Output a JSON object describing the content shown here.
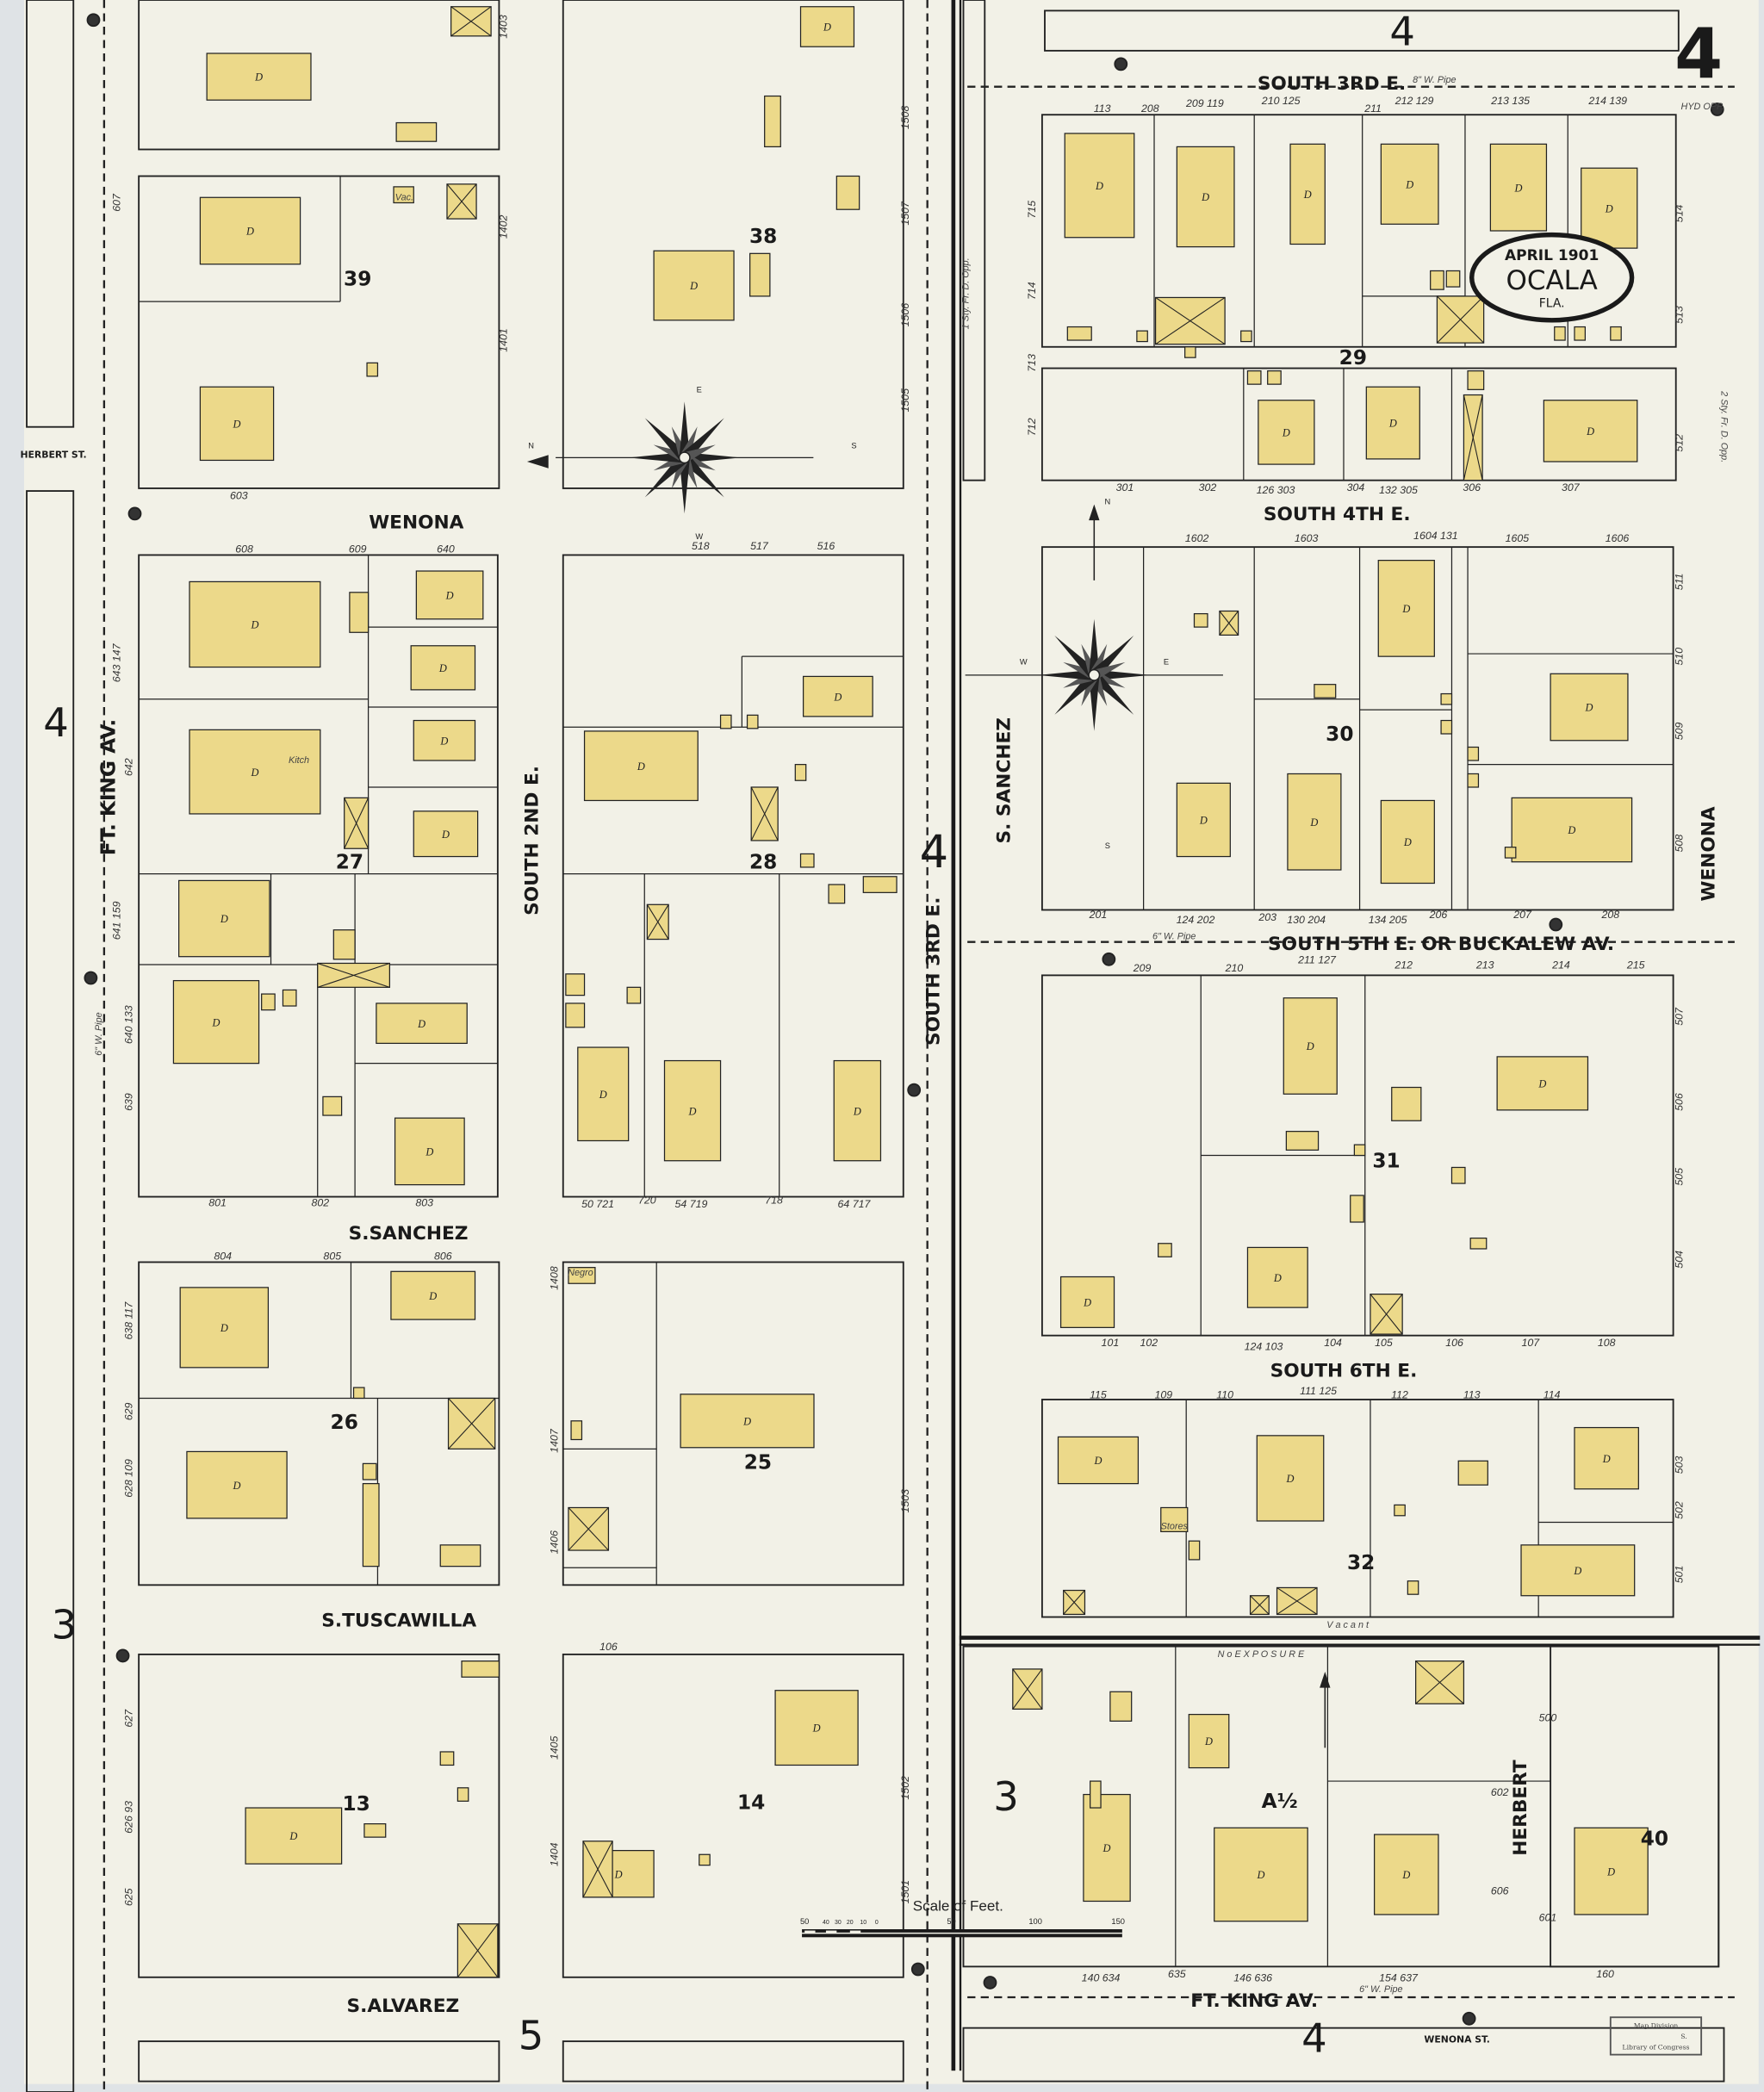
{
  "map": {
    "stamp": {
      "date": "APRIL 1901",
      "city": "OCALA",
      "state": "FLA."
    },
    "sheet_number": "4",
    "colors": {
      "paper": "#f2f1e7",
      "dwelling": "#ecd98a",
      "ink": "#222222",
      "margin": "#dfe3e6"
    },
    "streets": {
      "south_3rd_e_top": "SOUTH  3RD E.",
      "south_4th_e": "SOUTH  4TH E.",
      "south_5th_e": "SOUTH  5TH E. OR BUCKALEW  AV.",
      "south_6th_e": "SOUTH  6TH E.",
      "ft_king_bottom": "FT. KING     AV.",
      "wenona_st": "WENONA ST.",
      "wenona": "WENONA",
      "s_sanchez": "S.SANCHEZ",
      "s_tuscawilla": "S.TUSCAWILLA",
      "s_alvarez": "S.ALVAREZ",
      "south_2nd_e": "SOUTH  2ND E.",
      "south_3rd_e_vertical": "SOUTH  3RD E.",
      "ft_king_vertical": "FT. KING  AV.",
      "s_sanchez_vertical": "S. SANCHEZ",
      "wenona_vertical": "WENONA",
      "herbert_vertical": "HERBERT",
      "herbert_st": "HERBERT ST."
    },
    "blocks": [
      "39",
      "38",
      "27",
      "28",
      "26",
      "25",
      "13",
      "14",
      "29",
      "30",
      "31",
      "32",
      "A½",
      "40",
      "3"
    ],
    "adjacent_sheets": [
      "4",
      "4",
      "3",
      "5",
      "4",
      "4"
    ],
    "notes": {
      "pipe_8": "8\" W. Pipe",
      "pipe_6a": "6\" W. Pipe",
      "pipe_6b": "6\" W. Pipe",
      "pipe_6c": "6\" W. Pipe",
      "vacant": "V a c a n t",
      "no_exposure": "N o   E X P O S U R E",
      "kitch": "Kitch",
      "negro": "Negro",
      "stores": "Stores",
      "vac": "Vac.",
      "hyd_opp": "HYD OPP.",
      "fr_d_opp": "1 Sty. Fr. D. Opp.",
      "fr_d_opp_2": "2 Sty. Fr. D. Opp."
    },
    "addresses": [
      "113",
      "208",
      "209 119",
      "210 125",
      "211",
      "212 129",
      "213 135",
      "214 139",
      "301",
      "302",
      "126 303",
      "304",
      "132 305",
      "306",
      "307",
      "1602",
      "1603",
      "1604 131",
      "1605",
      "1606",
      "201",
      "124 202",
      "203",
      "130 204",
      "134 205",
      "206",
      "207",
      "208",
      "209",
      "210",
      "211 127",
      "212",
      "213",
      "214",
      "215",
      "101",
      "102",
      "124 103",
      "104",
      "105",
      "106",
      "107",
      "108",
      "115",
      "109",
      "110",
      "111 125",
      "112",
      "113",
      "114",
      "140 634",
      "635",
      "146 636",
      "154 637",
      "160",
      "608",
      "609",
      "640",
      "801",
      "802",
      "803",
      "804",
      "805",
      "806",
      "603",
      "518",
      "517",
      "516",
      "50 721",
      "720",
      "54 719",
      "718",
      "64 717",
      "106",
      "715",
      "714",
      "713",
      "712",
      "514",
      "513",
      "512",
      "511",
      "510",
      "509",
      "508",
      "507",
      "506",
      "505",
      "504",
      "503",
      "502",
      "501",
      "500",
      "601",
      "602",
      "606",
      "607",
      "643 147",
      "642",
      "641 159",
      "640 133",
      "639",
      "638 117",
      "629",
      "628 109",
      "627",
      "626 93",
      "625",
      "1403",
      "1402",
      "1401",
      "1406",
      "1407",
      "1408",
      "1405",
      "1404",
      "1508",
      "1507",
      "1506",
      "1505",
      "1503",
      "1502",
      "1501"
    ],
    "scale": {
      "title": "Scale of Feet.",
      "ticks": [
        "50",
        "40",
        "30",
        "20",
        "10",
        "0",
        "50",
        "100",
        "150"
      ]
    },
    "library_stamp": {
      "line1": "Map Division",
      "line2": "S.",
      "line3": "Library of Congress"
    },
    "compass": {
      "n": "N",
      "s": "S",
      "e": "E",
      "w": "W"
    }
  }
}
